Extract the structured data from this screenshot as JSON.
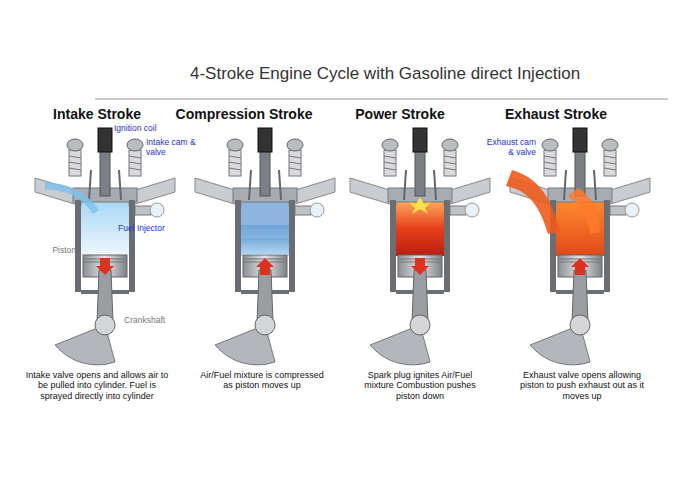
{
  "diagram": {
    "title": "4-Stroke Engine Cycle with Gasoline direct Injection",
    "labels": [
      "Intake Stroke",
      "Ignition coil",
      "Intake cam & valve",
      "Fuel Injector",
      "Piston",
      "Crankshaft",
      "Intake valve opens and allows air to be pulled into cylinder. Fuel is sprayed directly into cylinder",
      "Compression Stroke",
      "Air/Fuel mixture is compressed as piston moves up",
      "Power Stroke",
      "Spark plug ignites Air/Fuel mixture Combustion pushes piston down",
      "Exhaust Stroke",
      "Exhaust cam & valve",
      "Exhaust valve opens allowing piston to push exhaust out as it moves up"
    ]
  }
}
